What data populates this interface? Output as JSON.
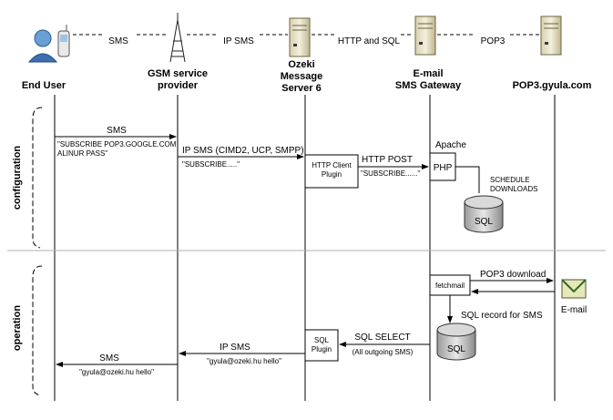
{
  "top_links": [
    "SMS",
    "IP SMS",
    "HTTP and SQL",
    "POP3"
  ],
  "lanes": [
    {
      "lines": [
        "End User"
      ]
    },
    {
      "lines": [
        "GSM service",
        "provider"
      ]
    },
    {
      "lines": [
        "Ozeki",
        "Message",
        "Server 6"
      ]
    },
    {
      "lines": [
        "E-mail",
        "SMS Gateway"
      ]
    },
    {
      "lines": [
        "POP3.gyula.com"
      ]
    }
  ],
  "sections": {
    "configuration": "configuration",
    "operation": "operation"
  },
  "configuration": {
    "sms_label": "SMS",
    "sms_text": [
      "\"SUBSCRIBE POP3.GOOGLE.COM",
      "ALINUR PASS\""
    ],
    "ipsms_label": "IP SMS (CIMD2, UCP, SMPP)",
    "ipsms_text": "\"SUBSCRIBE.....\"",
    "http_client_plugin": [
      "HTTP Client",
      "Plugin"
    ],
    "http_post_label": "HTTP POST",
    "http_post_text": "\"SUBSCRIBE......\"",
    "apache": "Apache",
    "php": "PHP",
    "schedule": [
      "SCHEDULE",
      "DOWNLOADS"
    ],
    "sql": "SQL"
  },
  "operation": {
    "fetchmail": "fetchmail",
    "pop3_download": "POP3 download",
    "email": "E-mail",
    "sql_record": "SQL record for SMS",
    "sql": "SQL",
    "sql_select": "SQL SELECT",
    "sql_select_sub": "(All outgoing SMS)",
    "sql_plugin": [
      "SQL",
      "Plugin"
    ],
    "ipsms_label": "IP SMS",
    "ipsms_text": "\"gyula@ozeki.hu hello\"",
    "sms_label": "SMS",
    "sms_text": "\"gyula@ozeki.hu hello\""
  }
}
